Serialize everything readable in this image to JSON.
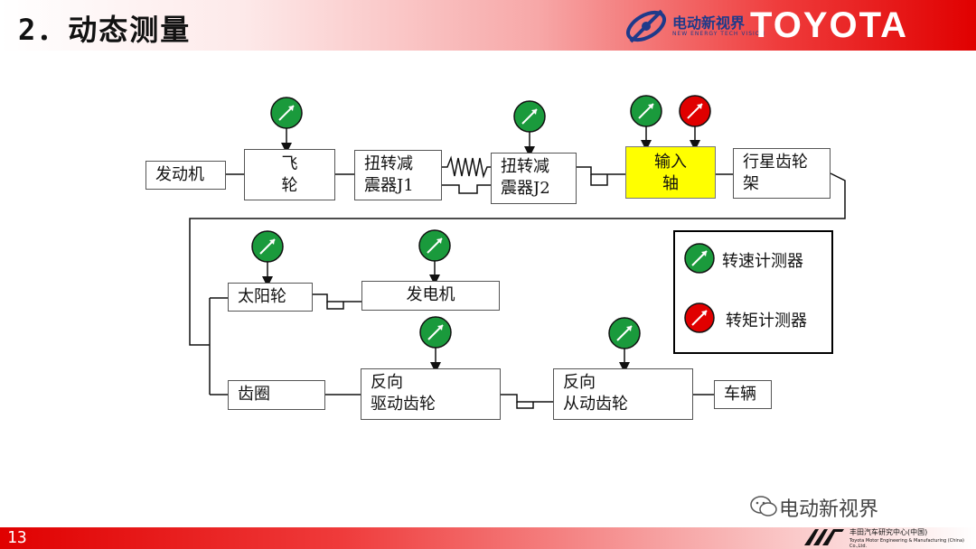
{
  "header": {
    "title": "2．动态测量",
    "brand_cn": "电动新视界",
    "brand_en": "NEW ENERGY TECH VISION",
    "toyota": "TOYOTA"
  },
  "diagram": {
    "engine": "发动机",
    "flywheel_1": "飞",
    "flywheel_2": "轮",
    "damper_j1_1": "扭转减",
    "damper_j1_2": "震器J1",
    "damper_j2_1": "扭转减",
    "damper_j2_2": "震器J2",
    "input_shaft_1": "输入",
    "input_shaft_2": "轴",
    "planet_carrier_1": "行星齿轮",
    "planet_carrier_2": "架",
    "sun_gear": "太阳轮",
    "generator": "发电机",
    "ring_gear": "齿圈",
    "reverse_drive_1": "反向",
    "reverse_drive_2": "驱动齿轮",
    "reverse_driven_1": "反向",
    "reverse_driven_2": "从动齿轮",
    "vehicle": "车辆"
  },
  "legend": {
    "speed_sensor": "转速计测器",
    "torque_sensor": "转矩计测器"
  },
  "colors": {
    "speed": "#1a9a3c",
    "torque": "#e00000",
    "highlight": "#ffff00"
  },
  "footer": {
    "page": "13",
    "wechat": "电动新视界",
    "center_cn": "丰田汽车研究中心(中国)",
    "center_en": "Toyota Motor Engineering & Manufacturing (China) Co.,Ltd."
  }
}
